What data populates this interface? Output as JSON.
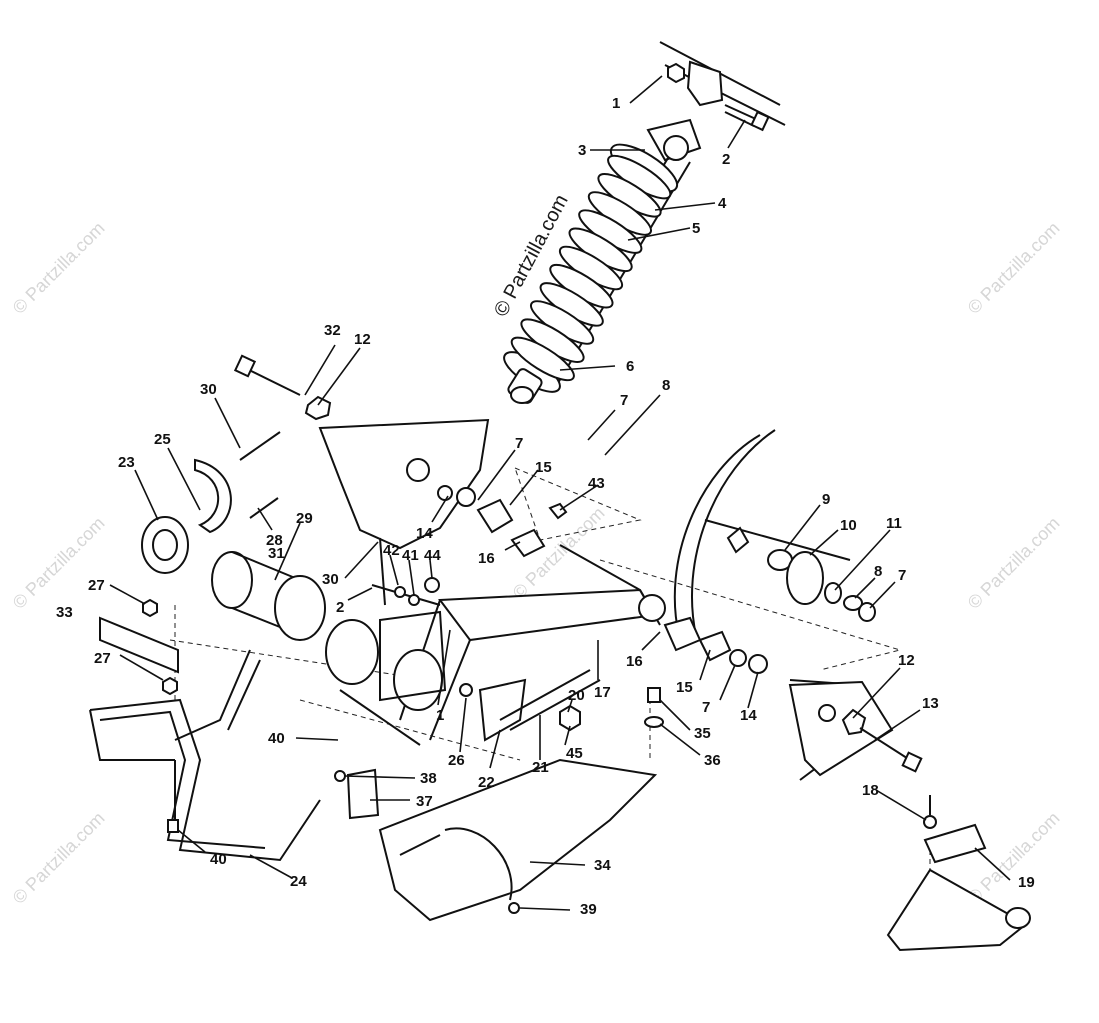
{
  "watermark": {
    "text": "© Partzilla.com",
    "center_text": "© Partzilla.com"
  },
  "callouts": [
    {
      "id": "c1a",
      "text": "1"
    },
    {
      "id": "c2a",
      "text": "2"
    },
    {
      "id": "c3",
      "text": "3"
    },
    {
      "id": "c4",
      "text": "4"
    },
    {
      "id": "c5",
      "text": "5"
    },
    {
      "id": "c6",
      "text": "6"
    },
    {
      "id": "c7a",
      "text": "7"
    },
    {
      "id": "c8a",
      "text": "8"
    },
    {
      "id": "c32",
      "text": "32"
    },
    {
      "id": "c12a",
      "text": "12"
    },
    {
      "id": "c30a",
      "text": "30"
    },
    {
      "id": "c25",
      "text": "25"
    },
    {
      "id": "c23",
      "text": "23"
    },
    {
      "id": "c7b",
      "text": "7"
    },
    {
      "id": "c15a",
      "text": "15"
    },
    {
      "id": "c43",
      "text": "43"
    },
    {
      "id": "c14a",
      "text": "14"
    },
    {
      "id": "c16a",
      "text": "16"
    },
    {
      "id": "c28",
      "text": "28"
    },
    {
      "id": "c29",
      "text": "29"
    },
    {
      "id": "c31",
      "text": "31"
    },
    {
      "id": "c42",
      "text": "42"
    },
    {
      "id": "c41",
      "text": "41"
    },
    {
      "id": "c44",
      "text": "44"
    },
    {
      "id": "c30b",
      "text": "30"
    },
    {
      "id": "c2b",
      "text": "2"
    },
    {
      "id": "c27a",
      "text": "27"
    },
    {
      "id": "c33",
      "text": "33"
    },
    {
      "id": "c27b",
      "text": "27"
    },
    {
      "id": "c1b",
      "text": "1"
    },
    {
      "id": "c9",
      "text": "9"
    },
    {
      "id": "c10",
      "text": "10"
    },
    {
      "id": "c11",
      "text": "11"
    },
    {
      "id": "c8b",
      "text": "8"
    },
    {
      "id": "c7c",
      "text": "7"
    },
    {
      "id": "c16b",
      "text": "16"
    },
    {
      "id": "c17",
      "text": "17"
    },
    {
      "id": "c15b",
      "text": "15"
    },
    {
      "id": "c7d",
      "text": "7"
    },
    {
      "id": "c14b",
      "text": "14"
    },
    {
      "id": "c12b",
      "text": "12"
    },
    {
      "id": "c13",
      "text": "13"
    },
    {
      "id": "c20",
      "text": "20"
    },
    {
      "id": "c45",
      "text": "45"
    },
    {
      "id": "c35",
      "text": "35"
    },
    {
      "id": "c36",
      "text": "36"
    },
    {
      "id": "c26",
      "text": "26"
    },
    {
      "id": "c22",
      "text": "22"
    },
    {
      "id": "c21",
      "text": "21"
    },
    {
      "id": "c40a",
      "text": "40"
    },
    {
      "id": "c38",
      "text": "38"
    },
    {
      "id": "c37",
      "text": "37"
    },
    {
      "id": "c18",
      "text": "18"
    },
    {
      "id": "c19",
      "text": "19"
    },
    {
      "id": "c34",
      "text": "34"
    },
    {
      "id": "c39",
      "text": "39"
    },
    {
      "id": "c40b",
      "text": "40"
    },
    {
      "id": "c24",
      "text": "24"
    }
  ]
}
